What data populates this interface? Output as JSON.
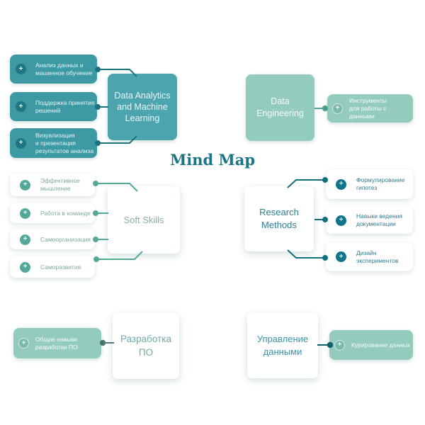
{
  "title": "Mind Map",
  "icons": {
    "plus": "+"
  },
  "colors": {
    "node_teal": "#4BA4AE",
    "child_dark_teal": "#3D99A4",
    "light_teal": "#93CBBE",
    "line_dark_teal": "#1A737F",
    "line_green": "#55A897",
    "line_research": "#11707F",
    "line_dev": "#4F7A73",
    "line_mgmt": "#0E616E",
    "title_color": "#1B7383"
  },
  "branches": [
    {
      "name": "data-analytics",
      "node": {
        "lines": [
          "Data Analytics",
          "and Machine",
          "Learning"
        ]
      },
      "children": [
        {
          "lines": [
            "Анализ данных и",
            "машинное обучение"
          ]
        },
        {
          "lines": [
            "Поддержка принятия",
            "решений"
          ]
        },
        {
          "lines": [
            "Визуализация",
            "и презентация",
            "результатов анализа"
          ]
        }
      ]
    },
    {
      "name": "data-engineering",
      "node": {
        "lines": [
          "Data",
          "Engineering"
        ]
      },
      "children": [
        {
          "lines": [
            "Инструменты",
            "для работы с данными"
          ]
        }
      ]
    },
    {
      "name": "soft-skills",
      "node": {
        "lines": [
          "Soft Skills"
        ]
      },
      "children": [
        {
          "lines": [
            "Эффективное",
            "мышление"
          ]
        },
        {
          "lines": [
            "Работа в команде"
          ]
        },
        {
          "lines": [
            "Самоорганизация"
          ]
        },
        {
          "lines": [
            "Саморазвитие"
          ]
        }
      ]
    },
    {
      "name": "research-methods",
      "node": {
        "lines": [
          "Research",
          "Methods"
        ]
      },
      "children": [
        {
          "lines": [
            "Формулирование",
            "гипотез"
          ]
        },
        {
          "lines": [
            "Навыки ведения",
            "документации"
          ]
        },
        {
          "lines": [
            "Дизайн",
            "экспериментов"
          ]
        }
      ]
    },
    {
      "name": "software-development",
      "node": {
        "lines": [
          "Разработка ПО"
        ]
      },
      "children": [
        {
          "lines": [
            "Общие навыки",
            "разработки ПО"
          ]
        }
      ]
    },
    {
      "name": "data-management",
      "node": {
        "lines": [
          "Управление",
          "данными"
        ]
      },
      "children": [
        {
          "lines": [
            "Курирование данных"
          ]
        }
      ]
    }
  ]
}
